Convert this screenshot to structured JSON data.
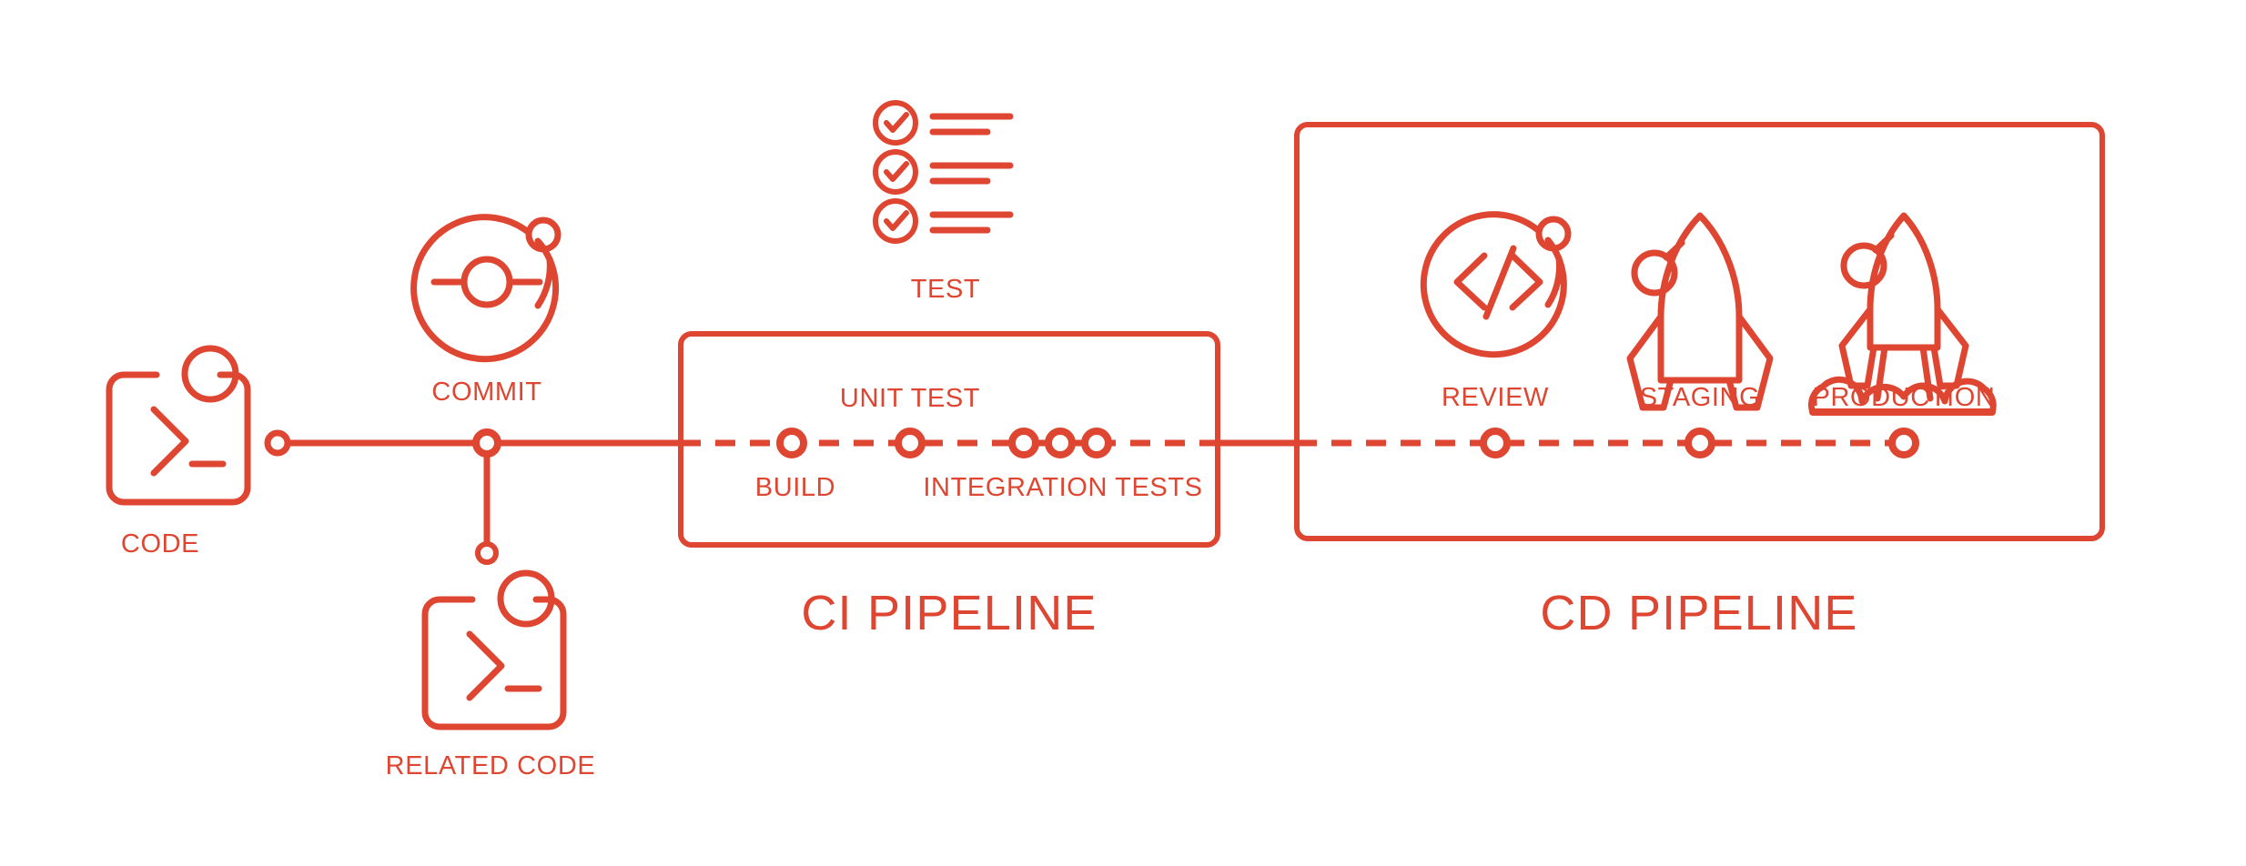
{
  "meta": {
    "accent_color": "#DE4632",
    "background_color": "#FFFFFF"
  },
  "stages": {
    "code": {
      "label": "CODE",
      "icon": "code-terminal-icon"
    },
    "commit": {
      "label": "COMMIT",
      "icon": "commit-orbit-icon"
    },
    "related_code": {
      "label": "RELATED CODE",
      "icon": "code-terminal-icon"
    },
    "test": {
      "label": "TEST",
      "icon": "checklist-icon"
    }
  },
  "ci_pipeline": {
    "title": "CI PIPELINE",
    "nodes": [
      {
        "label": "BUILD",
        "position": "below"
      },
      {
        "label": "UNIT TEST",
        "position": "above"
      },
      {
        "label": "INTEGRATION TESTS",
        "position": "below"
      }
    ]
  },
  "cd_pipeline": {
    "title": "CD PIPELINE",
    "nodes": [
      {
        "label": "REVIEW",
        "icon": "code-review-icon"
      },
      {
        "label": "STAGING",
        "icon": "rocket-idle-icon"
      },
      {
        "label": "PRODUCTION",
        "icon": "rocket-launch-icon"
      }
    ]
  }
}
